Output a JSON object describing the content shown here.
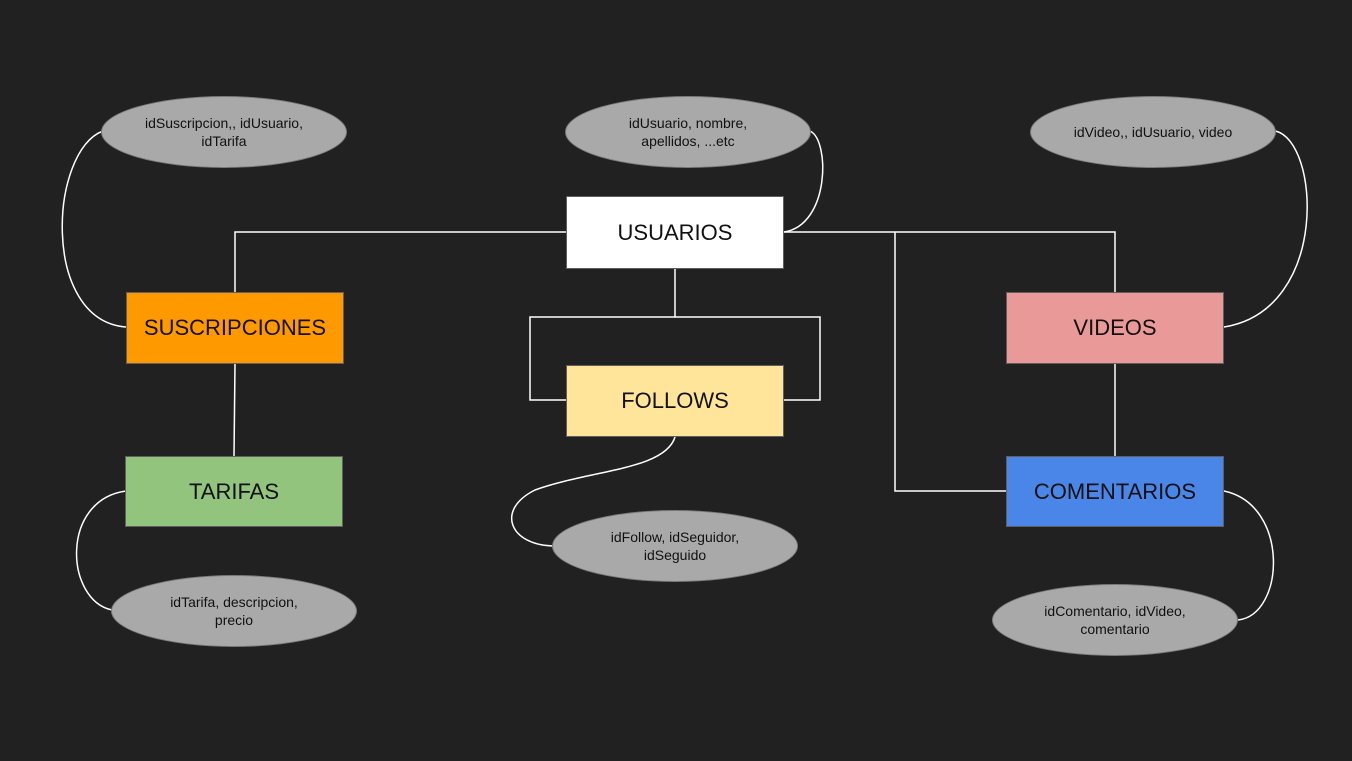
{
  "entities": {
    "usuarios": {
      "label": "USUARIOS",
      "color": "#ffffff"
    },
    "suscripciones": {
      "label": "SUSCRIPCIONES",
      "color": "#ff9900"
    },
    "tarifas": {
      "label": "TARIFAS",
      "color": "#93c47d"
    },
    "follows": {
      "label": "FOLLOWS",
      "color": "#ffe599"
    },
    "videos": {
      "label": "VIDEOS",
      "color": "#ea9999"
    },
    "comentarios": {
      "label": "COMENTARIOS",
      "color": "#4a86e8"
    }
  },
  "attributes": {
    "suscripciones": "idSuscripcion,, idUsuario, idTarifa",
    "usuarios": "idUsuario, nombre, apellidos, ...etc",
    "videos": "idVideo,, idUsuario, video",
    "follows": "idFollow, idSeguidor, idSeguido",
    "tarifas": "idTarifa, descripcion, precio",
    "comentarios": "idComentario, idVideo, comentario"
  },
  "colors": {
    "background": "#212121",
    "connector": "#ffffff",
    "attribute_fill": "#a9a9a9"
  }
}
